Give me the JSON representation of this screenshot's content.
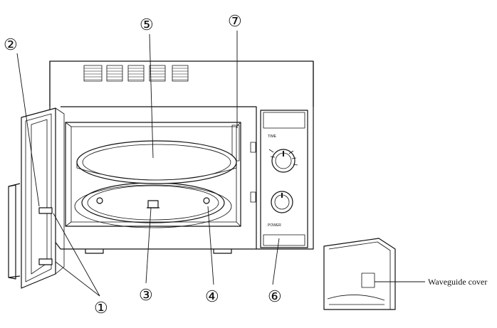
{
  "callouts": {
    "c1": "①",
    "c2": "②",
    "c3": "③",
    "c4": "④",
    "c5": "⑤",
    "c6": "⑥",
    "c7": "⑦"
  },
  "control_panel": {
    "time_label": "TIME",
    "power_label": "POWER"
  },
  "inset": {
    "waveguide_label": "Waveguide cover"
  }
}
